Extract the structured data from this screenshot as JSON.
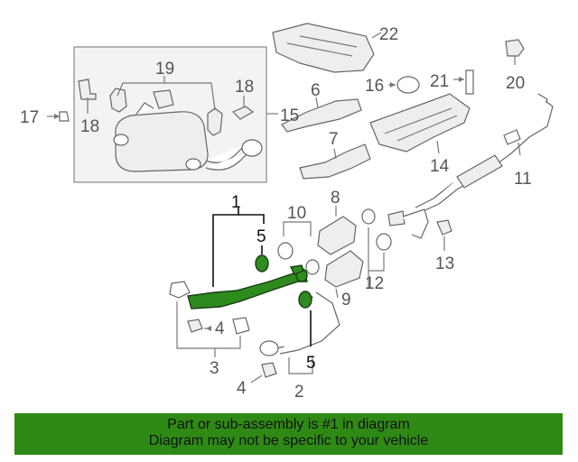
{
  "footer": {
    "line1": "Part or sub-assembly is #1 in diagram",
    "line2": "Diagram may not be specific to your vehicle"
  },
  "callouts": {
    "c1": "1",
    "c5a": "5",
    "c5b": "5",
    "c2": "2",
    "c3": "3",
    "c4a": "4",
    "c4b": "4",
    "c6": "6",
    "c7": "7",
    "c8": "8",
    "c9": "9",
    "c10": "10",
    "c11": "11",
    "c12": "12",
    "c13": "13",
    "c14": "14",
    "c15": "15",
    "c16": "16",
    "c17": "17",
    "c18a": "18",
    "c18b": "18",
    "c19": "19",
    "c20": "20",
    "c21": "21",
    "c22": "22"
  },
  "colors": {
    "highlight": "#2e8b1e",
    "footer_bg": "#2f8a15"
  }
}
